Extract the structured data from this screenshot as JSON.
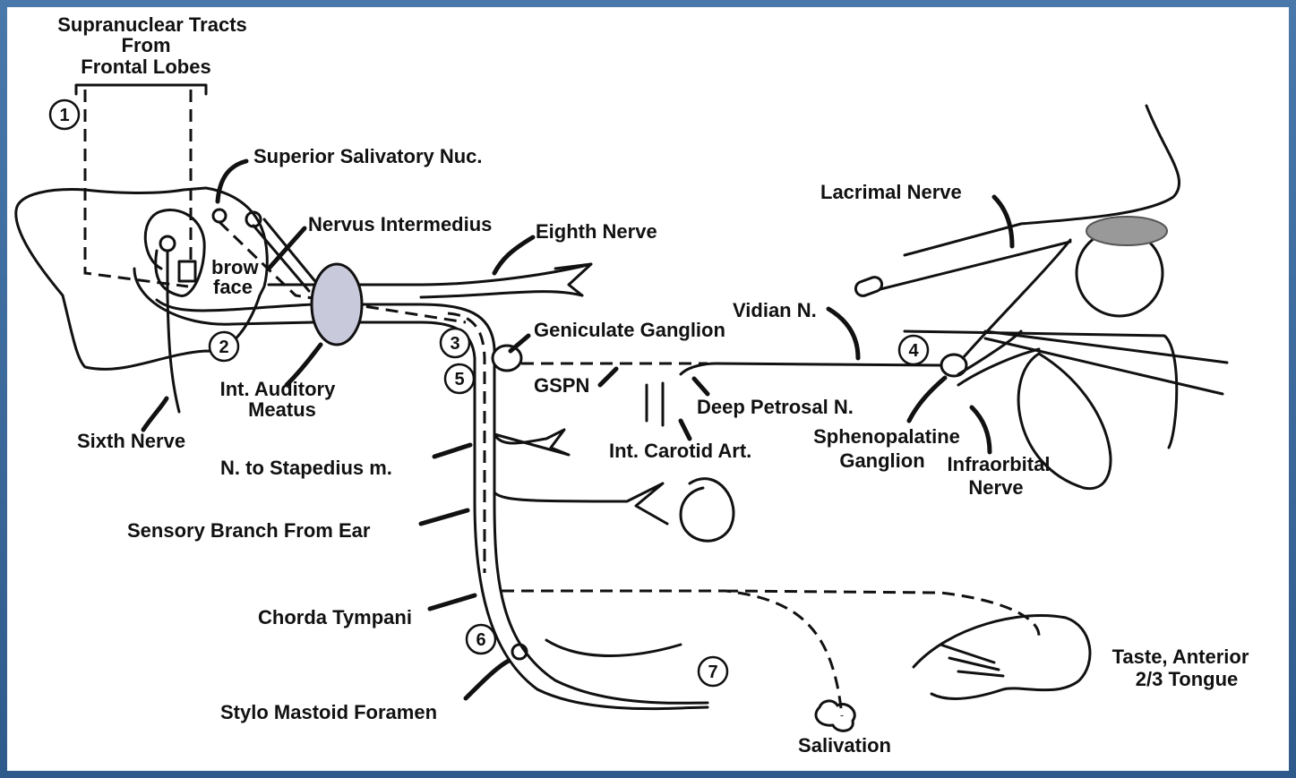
{
  "labels": {
    "supranuclear_1": "Supranuclear Tracts",
    "supranuclear_2": "From",
    "supranuclear_3": "Frontal Lobes",
    "superior_salivatory": "Superior Salivatory Nuc.",
    "nervus_intermedius": "Nervus Intermedius",
    "eighth_nerve": "Eighth Nerve",
    "brow": "brow",
    "face": "face",
    "int_auditory_1": "Int. Auditory",
    "int_auditory_2": "Meatus",
    "sixth_nerve": "Sixth Nerve",
    "geniculate_ganglion": "Geniculate Ganglion",
    "gspn": "GSPN",
    "vidian": "Vidian N.",
    "deep_petrosal": "Deep Petrosal N.",
    "int_carotid": "Int. Carotid Art.",
    "lacrimal_nerve": "Lacrimal Nerve",
    "sphenopalatine_1": "Sphenopalatine",
    "sphenopalatine_2": "Ganglion",
    "infraorbital_1": "Infraorbital",
    "infraorbital_2": "Nerve",
    "n_stapedius": "N. to Stapedius m.",
    "sensory_branch": "Sensory Branch From Ear",
    "chorda_tympani": "Chorda Tympani",
    "stylo_mastoid": "Stylo Mastoid Foramen",
    "salivation": "Salivation",
    "taste_1": "Taste, Anterior",
    "taste_2": "2/3 Tongue"
  },
  "markers": [
    "1",
    "2",
    "3",
    "4",
    "5",
    "6",
    "7"
  ]
}
